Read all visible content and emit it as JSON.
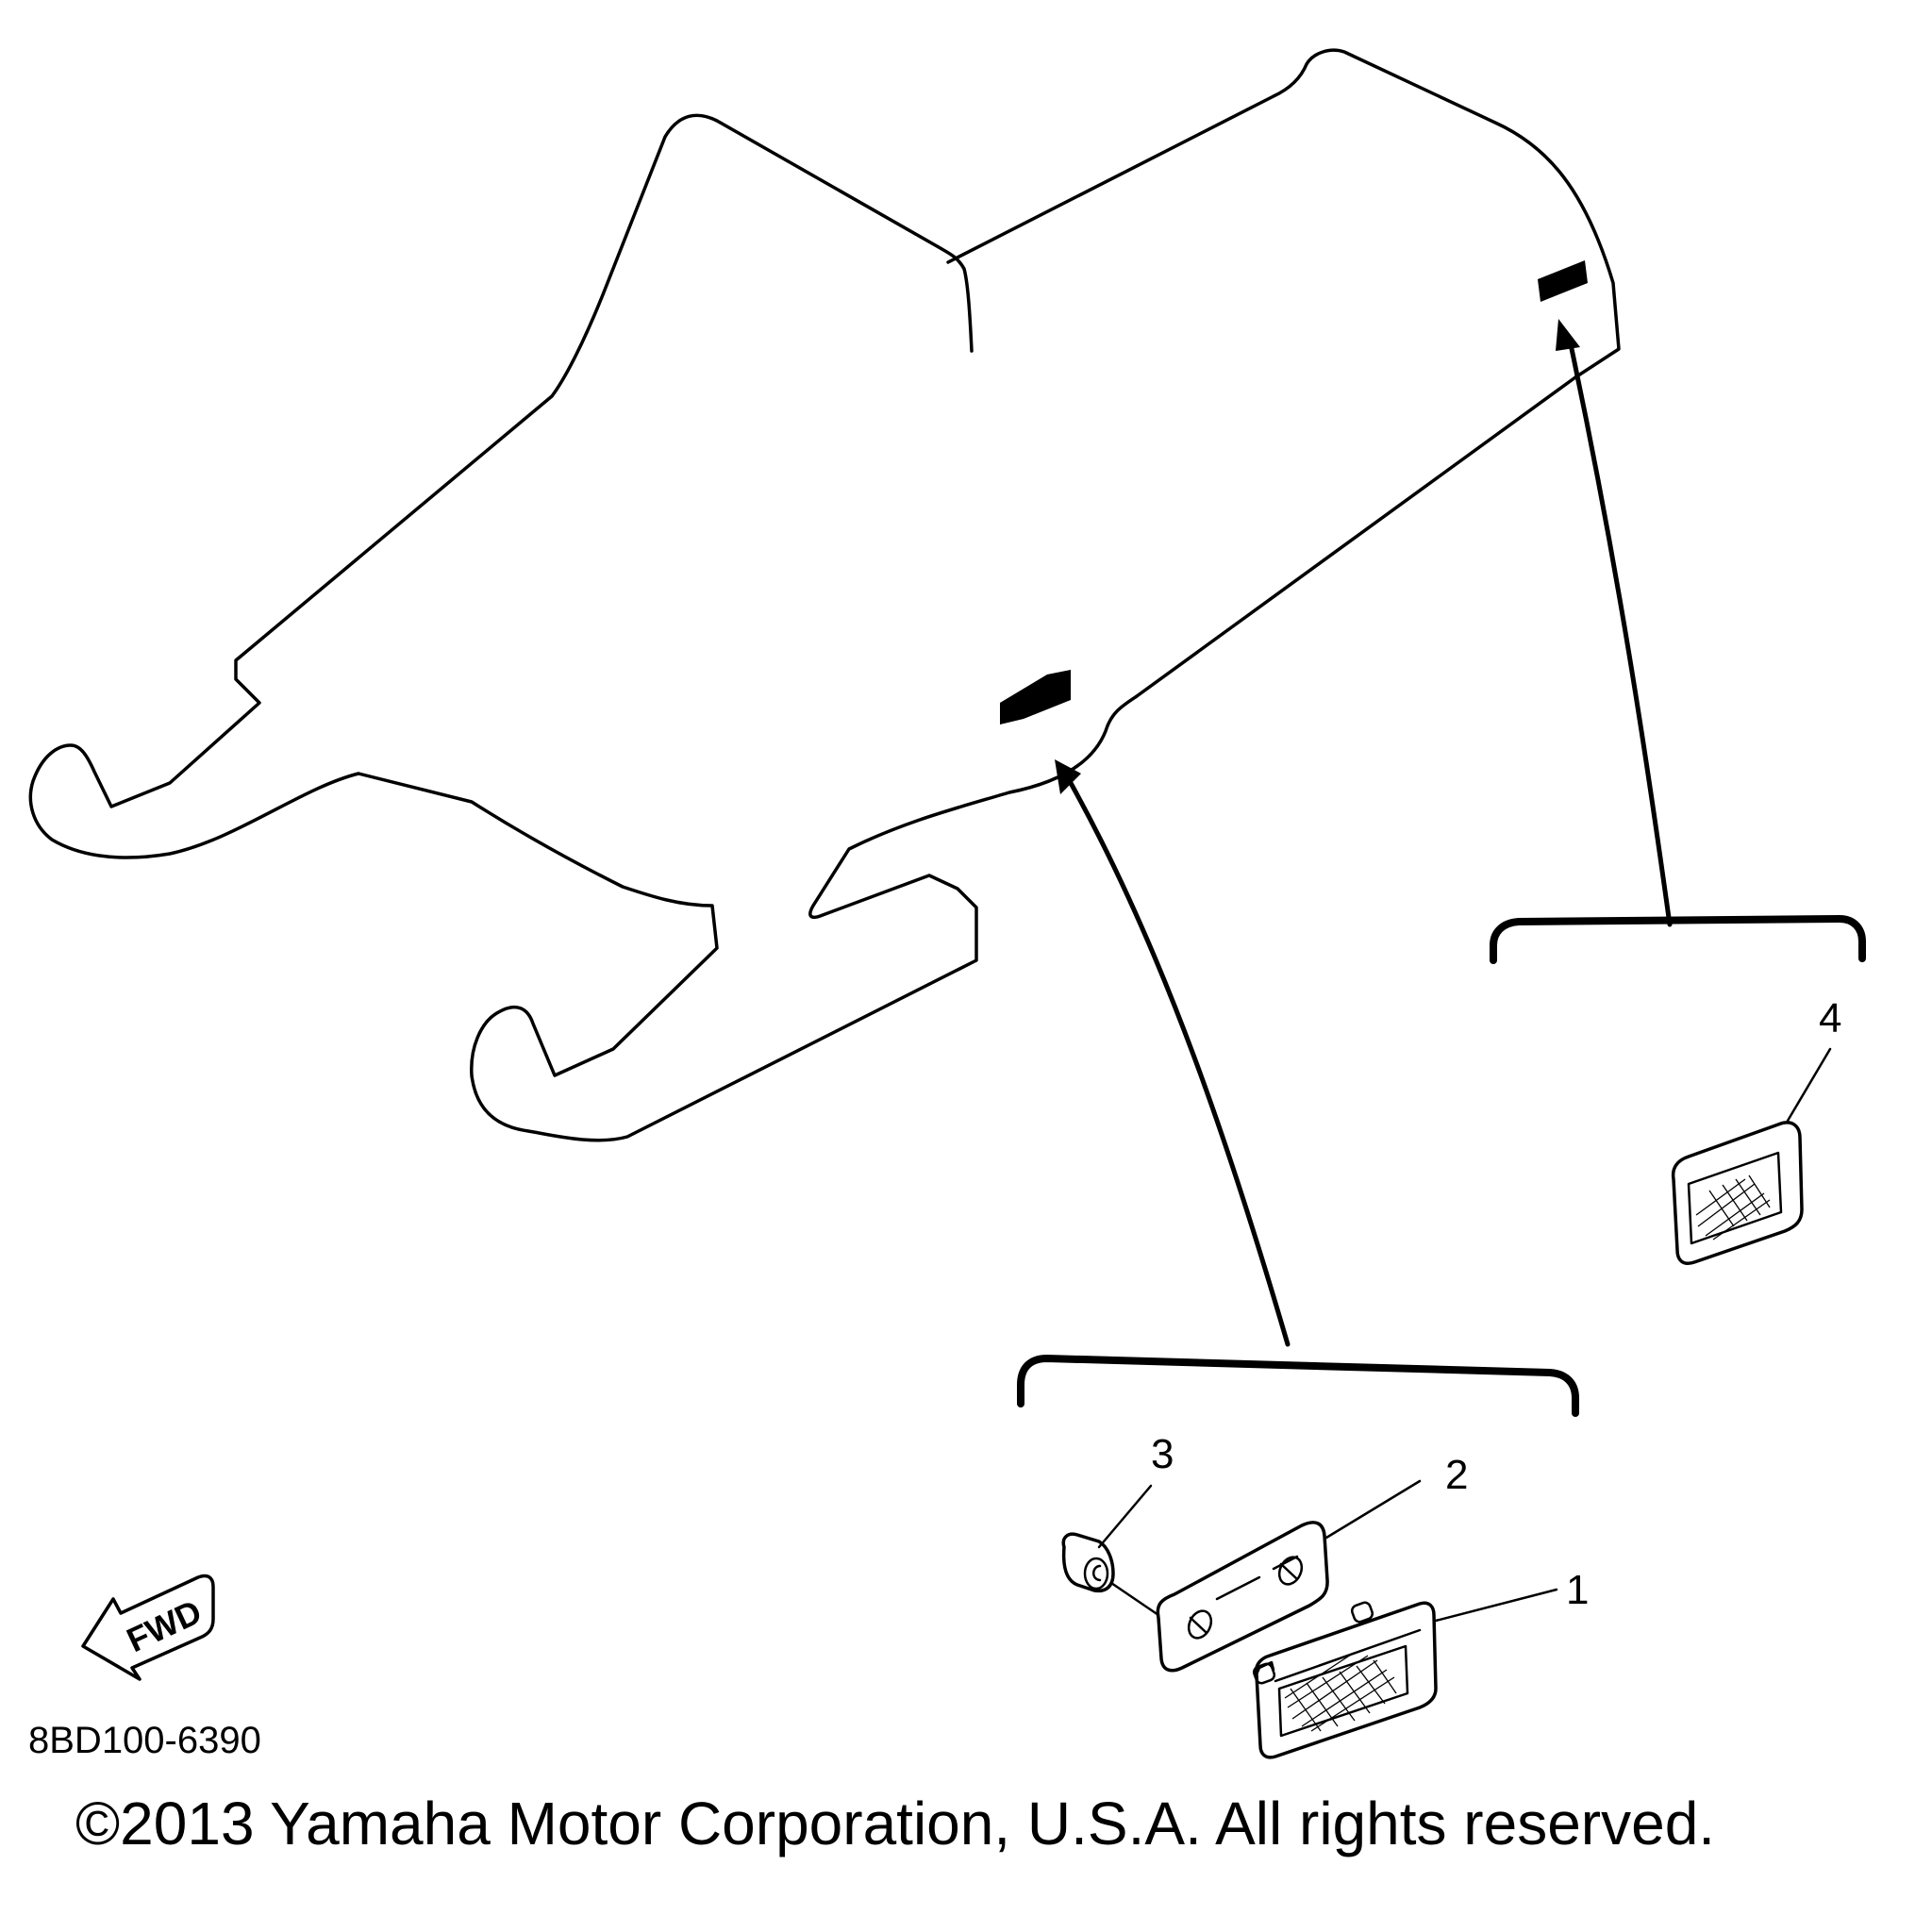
{
  "callouts": {
    "c1": "1",
    "c2": "2",
    "c3": "3",
    "c4": "4"
  },
  "direction_arrow": {
    "label": "FWD",
    "icon": "forward-arrow-icon"
  },
  "diagram_code": "8BD100-6390",
  "copyright": "©2013 Yamaha Motor Corporation, U.S.A. All rights reserved.",
  "colors": {
    "line": "#000000",
    "background": "#ffffff"
  }
}
